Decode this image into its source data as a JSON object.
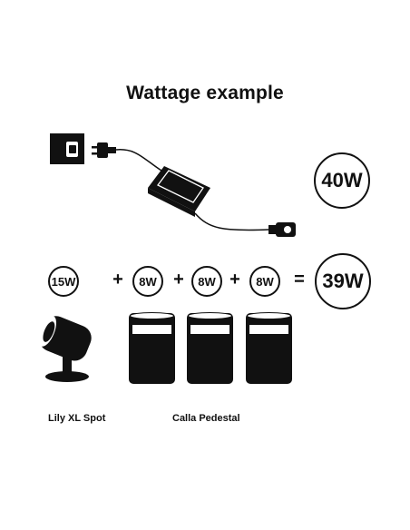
{
  "title": "Wattage example",
  "power_supply_rating": "40W",
  "products": {
    "spot_watt": "15W",
    "pedestal_watts": [
      "8W",
      "8W",
      "8W"
    ],
    "total_watt": "39W"
  },
  "operators": {
    "plus": "+",
    "equals": "="
  },
  "labels": {
    "spot": "Lily XL Spot",
    "pedestal": "Calla Pedestal"
  },
  "icons": [
    "socket-icon",
    "plug-icon",
    "power-adapter-icon",
    "cable-connector-icon",
    "spotlight-icon",
    "pedestal-light-icon"
  ],
  "colors": {
    "ink": "#111111",
    "background": "#ffffff"
  }
}
